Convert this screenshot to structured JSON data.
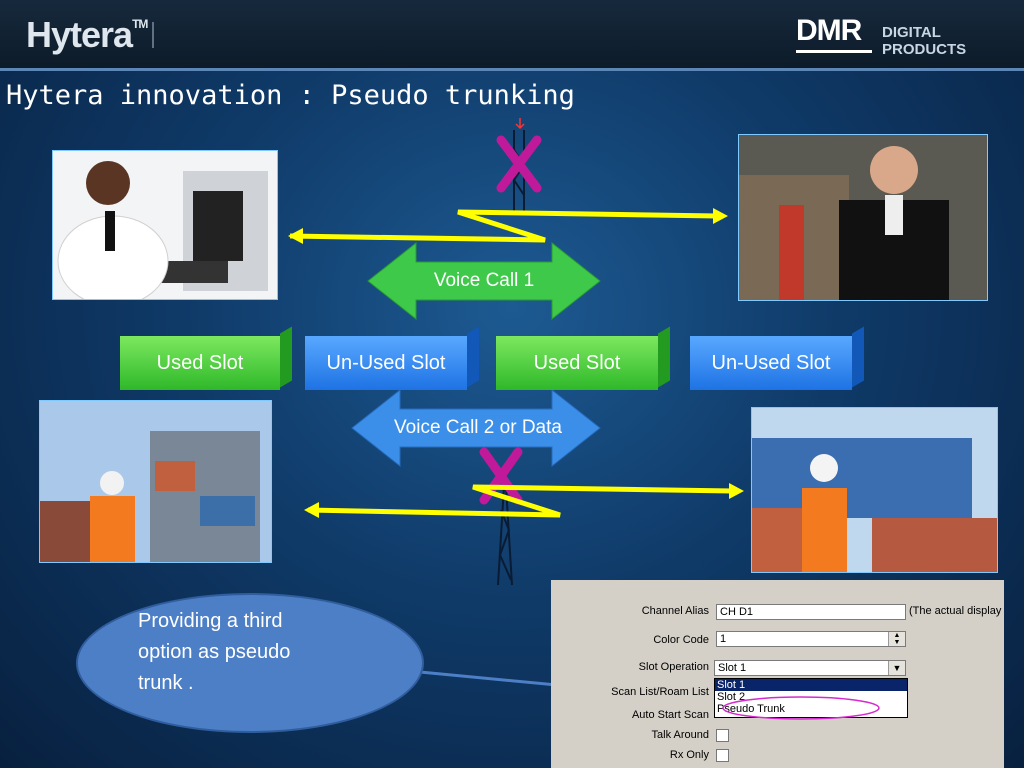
{
  "header": {
    "logo": "Hytera",
    "logo_tm": "TM",
    "dmr": "DMR",
    "digital_products": "DIGITAL PRODUCTS"
  },
  "title": "Hytera innovation : Pseudo trunking",
  "arrows": {
    "voice_call_1": "Voice Call 1",
    "voice_call_2": "Voice Call 2 or Data"
  },
  "slots": [
    "Used Slot",
    "Un-Used Slot",
    "Used Slot",
    "Un-Used Slot"
  ],
  "callout": "Providing a third option as pseudo trunk .",
  "settings": {
    "channel_alias_label": "Channel Alias",
    "channel_alias_value": "CH D1",
    "channel_alias_note": "(The actual display",
    "color_code_label": "Color Code",
    "color_code_value": "1",
    "slot_operation_label": "Slot Operation",
    "slot_operation_value": "Slot 1",
    "slot_options": [
      "Slot 1",
      "Slot 2",
      "Pseudo Trunk"
    ],
    "scan_list_label": "Scan List/Roam List",
    "auto_start_scan_label": "Auto Start Scan",
    "talk_around_label": "Talk Around",
    "rx_only_label": "Rx Only"
  },
  "colors": {
    "arrow_green": "#3fc94a",
    "arrow_blue": "#3b8fe8",
    "lightning": "#ffff00",
    "x_mark": "#c01a9b"
  }
}
